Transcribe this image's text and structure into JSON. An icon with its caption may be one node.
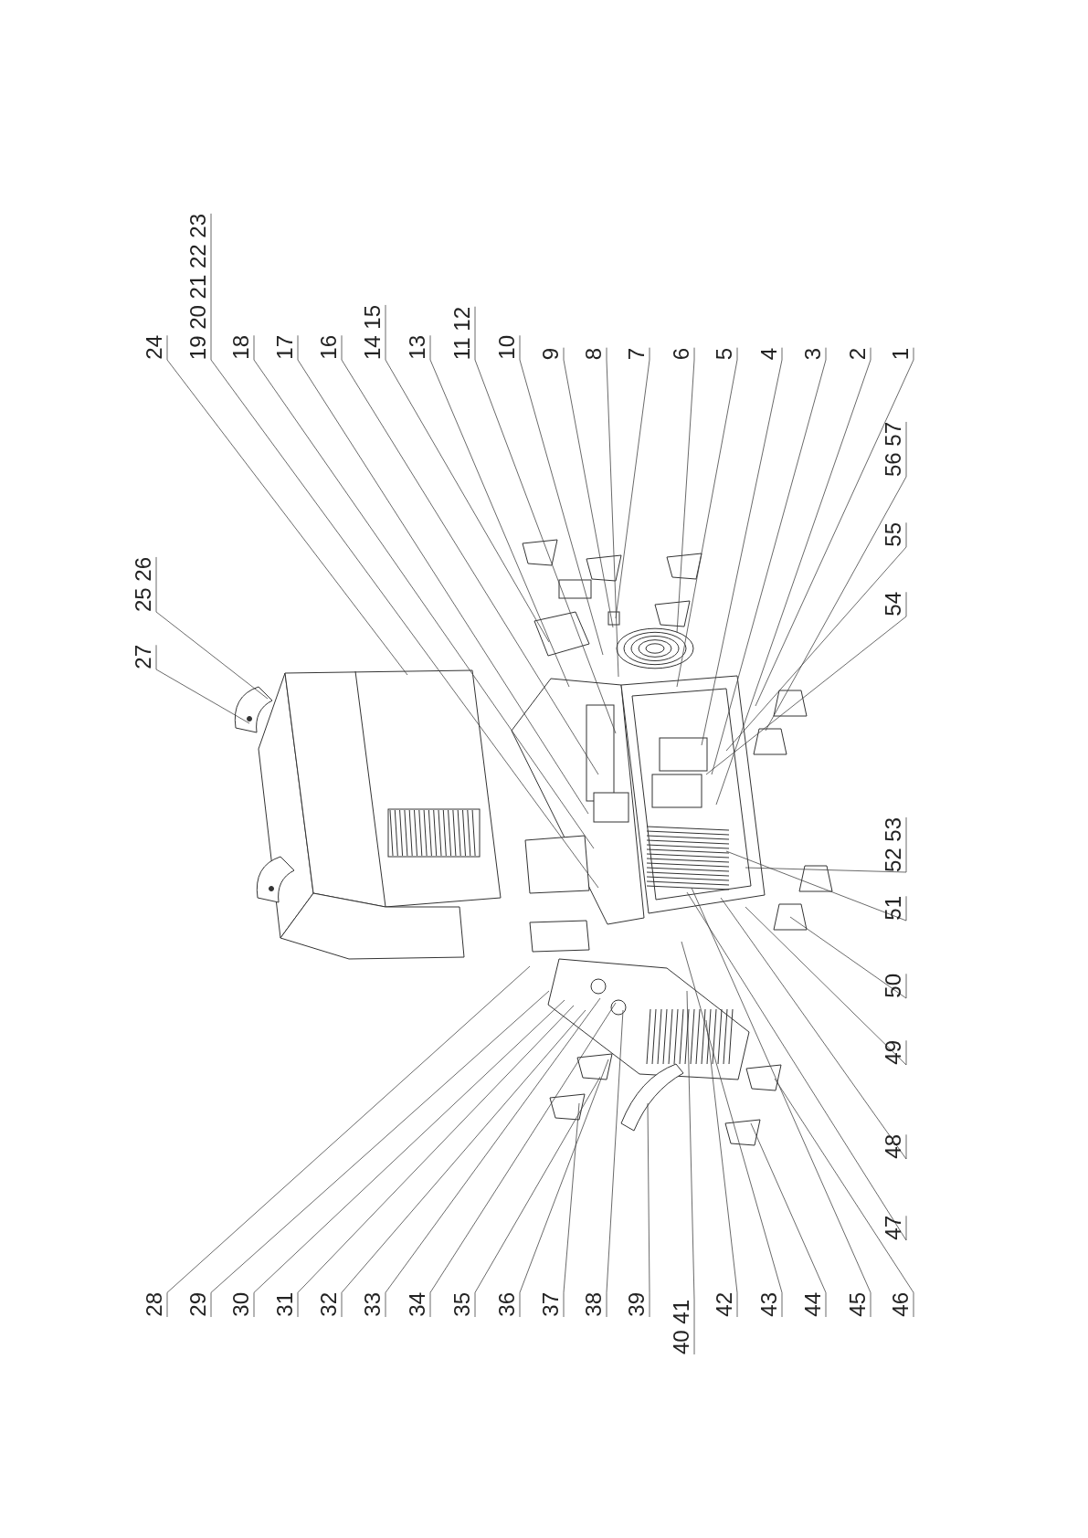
{
  "diagram": {
    "nodes": [
      {
        "text": [
          "24"
        ]
      },
      {
        "text": [
          "19 20 21 22 23"
        ]
      },
      {
        "text": [
          "18"
        ]
      },
      {
        "text": [
          "17"
        ]
      },
      {
        "text": [
          "16"
        ]
      },
      {
        "text": [
          "14 15"
        ]
      },
      {
        "text": [
          "13"
        ]
      },
      {
        "text": [
          "11 12"
        ]
      },
      {
        "text": [
          "10"
        ]
      },
      {
        "text": [
          "9"
        ]
      },
      {
        "text": [
          "8"
        ]
      },
      {
        "text": [
          "7"
        ]
      },
      {
        "text": [
          "6"
        ]
      },
      {
        "text": [
          "5"
        ]
      },
      {
        "text": [
          "4"
        ]
      },
      {
        "text": [
          "3"
        ]
      },
      {
        "text": [
          "2"
        ]
      },
      {
        "text": [
          "1"
        ]
      },
      {
        "text": [
          "25 26"
        ]
      },
      {
        "text": [
          "27"
        ]
      },
      {
        "text": [
          "28"
        ]
      },
      {
        "text": [
          "29"
        ]
      },
      {
        "text": [
          "30"
        ]
      },
      {
        "text": [
          "31"
        ]
      },
      {
        "text": [
          "32"
        ]
      },
      {
        "text": [
          "33"
        ]
      },
      {
        "text": [
          "34"
        ]
      },
      {
        "text": [
          "35"
        ]
      },
      {
        "text": [
          "36"
        ]
      },
      {
        "text": [
          "37"
        ]
      },
      {
        "text": [
          "38"
        ]
      },
      {
        "text": [
          "39"
        ]
      },
      {
        "text": [
          "40 41"
        ]
      },
      {
        "text": [
          "42"
        ]
      },
      {
        "text": [
          "43"
        ]
      },
      {
        "text": [
          "44"
        ]
      },
      {
        "text": [
          "45"
        ]
      },
      {
        "text": [
          "46"
        ]
      },
      {
        "text": [
          "56 57"
        ]
      },
      {
        "text": [
          "55"
        ]
      },
      {
        "text": [
          "54"
        ]
      },
      {
        "text": [
          "52 53"
        ]
      },
      {
        "text": [
          "51"
        ]
      },
      {
        "text": [
          "50"
        ]
      },
      {
        "text": [
          "49"
        ]
      },
      {
        "text": [
          "48"
        ]
      },
      {
        "text": [
          "47"
        ]
      }
    ],
    "edges": [
      {
        "from": 0,
        "to": null,
        "arrow": "none"
      },
      {
        "from": 1,
        "to": null,
        "arrow": "none"
      },
      {
        "from": 2,
        "to": null,
        "arrow": "none"
      },
      {
        "from": 3,
        "to": null,
        "arrow": "none"
      },
      {
        "from": 4,
        "to": null,
        "arrow": "none"
      },
      {
        "from": 5,
        "to": null,
        "arrow": "none"
      },
      {
        "from": 6,
        "to": null,
        "arrow": "none"
      },
      {
        "from": 7,
        "to": null,
        "arrow": "none"
      },
      {
        "from": 8,
        "to": null,
        "arrow": "none"
      },
      {
        "from": 9,
        "to": null,
        "arrow": "none"
      },
      {
        "from": 10,
        "to": null,
        "arrow": "none"
      },
      {
        "from": 11,
        "to": null,
        "arrow": "none"
      },
      {
        "from": 12,
        "to": null,
        "arrow": "none"
      },
      {
        "from": 13,
        "to": null,
        "arrow": "none"
      },
      {
        "from": 14,
        "to": null,
        "arrow": "none"
      },
      {
        "from": 15,
        "to": null,
        "arrow": "none"
      },
      {
        "from": 16,
        "to": null,
        "arrow": "none"
      },
      {
        "from": 17,
        "to": null,
        "arrow": "none"
      },
      {
        "from": 18,
        "to": null,
        "arrow": "none"
      },
      {
        "from": 19,
        "to": null,
        "arrow": "none"
      },
      {
        "from": 20,
        "to": null,
        "arrow": "none"
      },
      {
        "from": 21,
        "to": null,
        "arrow": "none"
      },
      {
        "from": 22,
        "to": null,
        "arrow": "none"
      },
      {
        "from": 23,
        "to": null,
        "arrow": "none"
      },
      {
        "from": 24,
        "to": null,
        "arrow": "none"
      },
      {
        "from": 25,
        "to": null,
        "arrow": "none"
      },
      {
        "from": 26,
        "to": null,
        "arrow": "none"
      },
      {
        "from": 27,
        "to": null,
        "arrow": "none"
      },
      {
        "from": 28,
        "to": null,
        "arrow": "none"
      },
      {
        "from": 29,
        "to": null,
        "arrow": "none"
      },
      {
        "from": 30,
        "to": null,
        "arrow": "none"
      },
      {
        "from": 31,
        "to": null,
        "arrow": "none"
      },
      {
        "from": 32,
        "to": null,
        "arrow": "none"
      },
      {
        "from": 33,
        "to": null,
        "arrow": "none"
      },
      {
        "from": 34,
        "to": null,
        "arrow": "none"
      },
      {
        "from": 35,
        "to": null,
        "arrow": "none"
      },
      {
        "from": 36,
        "to": null,
        "arrow": "none"
      },
      {
        "from": 37,
        "to": null,
        "arrow": "none"
      },
      {
        "from": 38,
        "to": null,
        "arrow": "none"
      },
      {
        "from": 39,
        "to": null,
        "arrow": "none"
      },
      {
        "from": 40,
        "to": null,
        "arrow": "none"
      },
      {
        "from": 41,
        "to": null,
        "arrow": "none"
      },
      {
        "from": 42,
        "to": null,
        "arrow": "none"
      },
      {
        "from": 43,
        "to": null,
        "arrow": "none"
      },
      {
        "from": 44,
        "to": null,
        "arrow": "none"
      },
      {
        "from": 45,
        "to": null,
        "arrow": "none"
      },
      {
        "from": 46,
        "to": null,
        "arrow": "none"
      }
    ]
  }
}
